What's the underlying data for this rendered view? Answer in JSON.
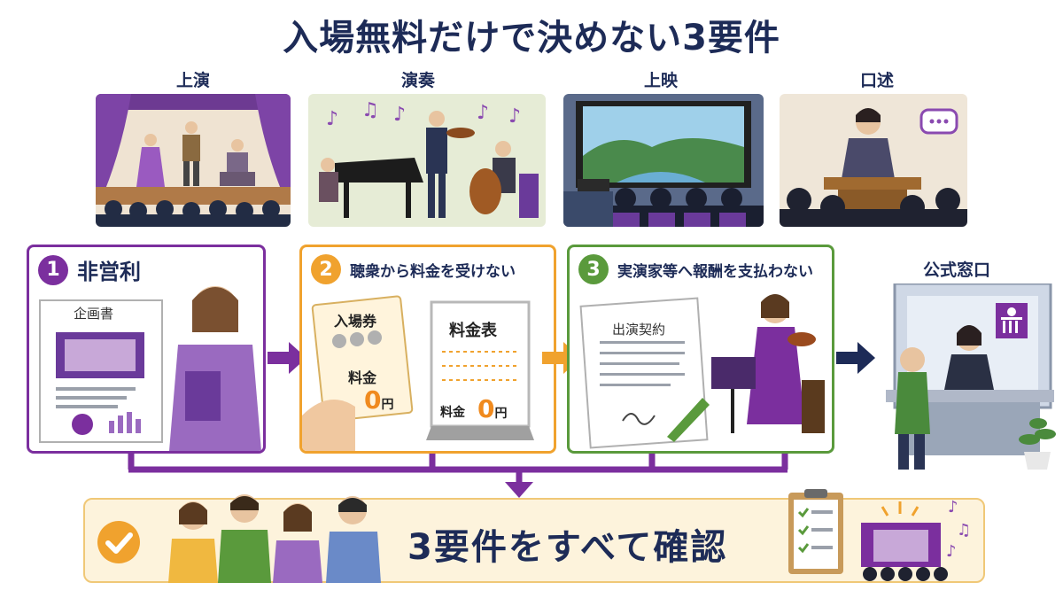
{
  "title": "入場無料だけで決めない3要件",
  "categories": [
    {
      "label": "上演",
      "icon": "theater-stage-icon"
    },
    {
      "label": "演奏",
      "icon": "music-concert-icon"
    },
    {
      "label": "上映",
      "icon": "movie-screen-icon"
    },
    {
      "label": "口述",
      "icon": "speech-podium-icon"
    }
  ],
  "requirements": [
    {
      "number": "1",
      "title": "非営利",
      "doc_label": "企画書",
      "color": "#7b2f9e"
    },
    {
      "number": "2",
      "title": "聴衆から料金を受けない",
      "ticket_label": "入場券",
      "ticket_fee_label": "料金",
      "ticket_fee_value": "0",
      "ticket_fee_unit": "円",
      "board_label": "料金表",
      "board_fee_label": "料金",
      "board_fee_value": "0",
      "board_fee_unit": "円",
      "color": "#f0a22e"
    },
    {
      "number": "3",
      "title": "実演家等へ報酬を支払わない",
      "contract_label": "出演契約",
      "color": "#5a9a3c"
    }
  ],
  "office": {
    "label": "公式窓口"
  },
  "conclusion": {
    "text": "3要件をすべて確認"
  },
  "colors": {
    "purple": "#7b2f9e",
    "orange": "#f0a22e",
    "green": "#5a9a3c",
    "navy": "#1d2b57",
    "cream": "#fdf3dc"
  }
}
